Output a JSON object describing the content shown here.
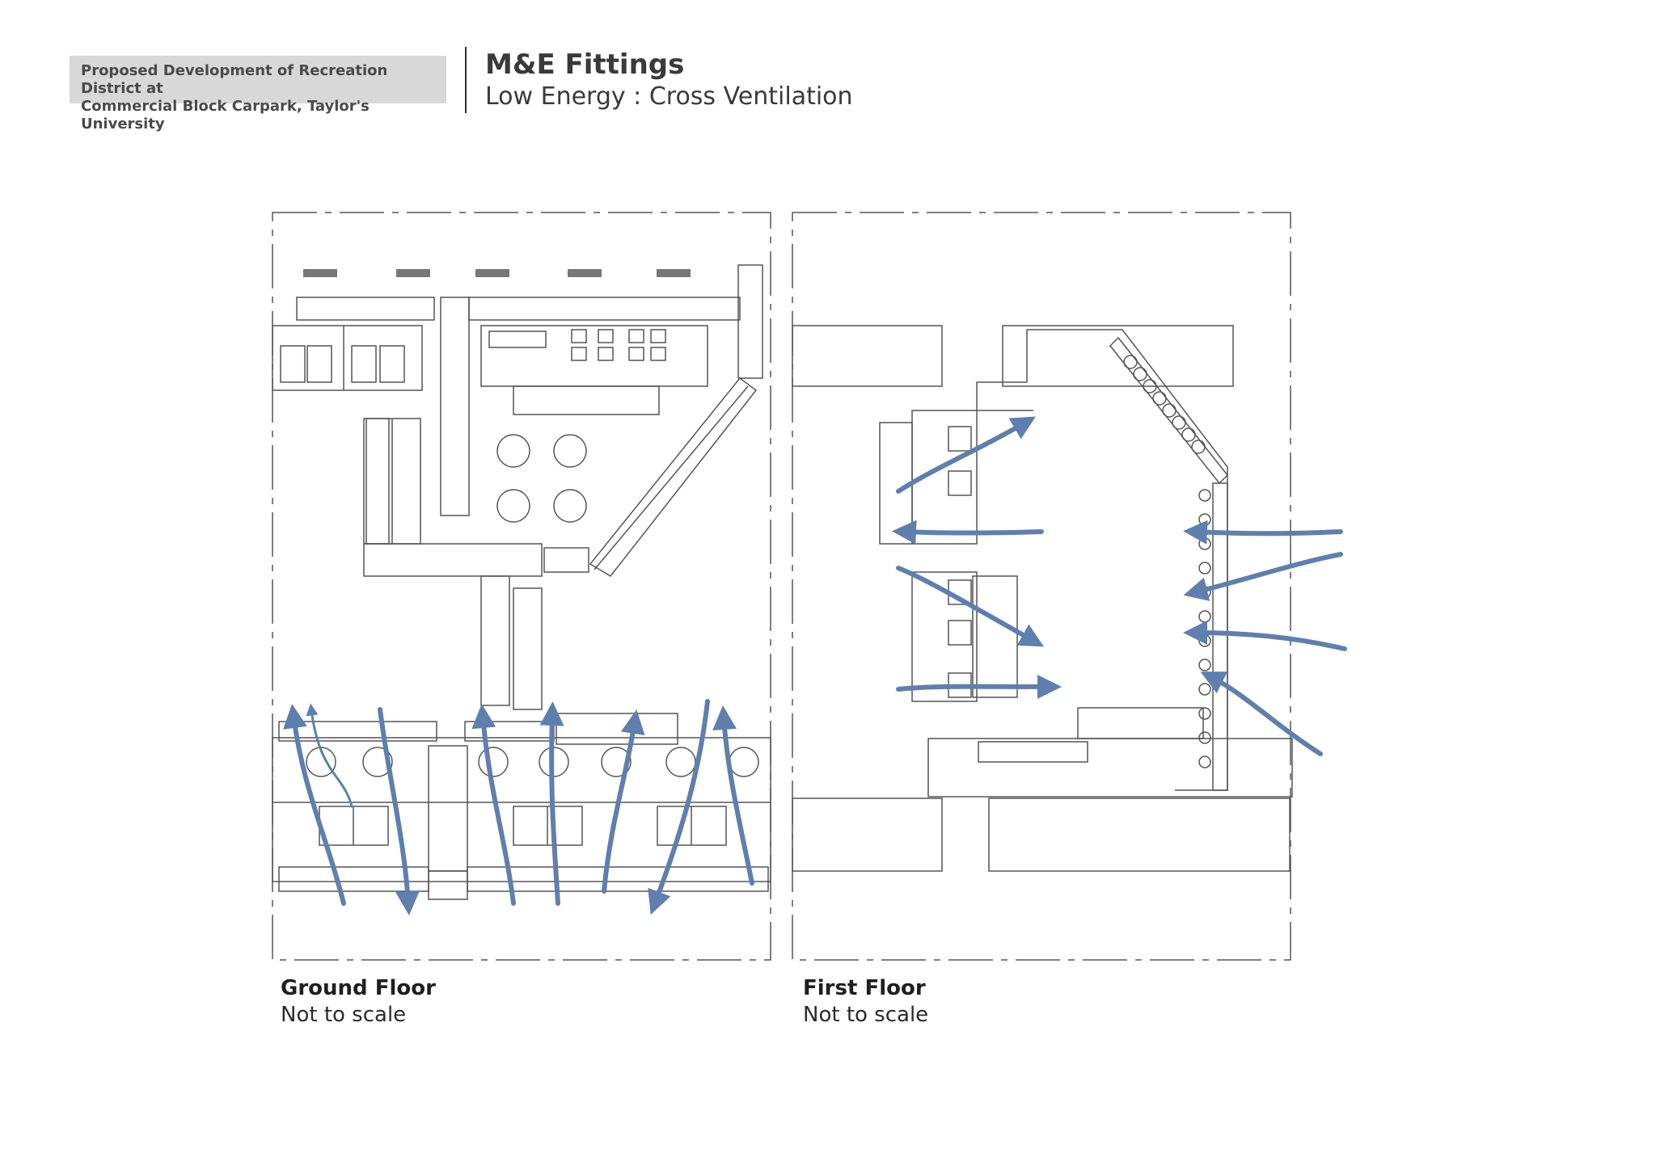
{
  "header": {
    "project_line1": "Proposed Development of Recreation District at",
    "project_line2": "Commercial Block Carpark, Taylor's University",
    "title": "M&E Fittings",
    "subtitle": "Low Energy : Cross Ventilation"
  },
  "plans": [
    {
      "name": "Ground Floor",
      "scale": "Not to scale"
    },
    {
      "name": "First Floor",
      "scale": "Not to scale"
    }
  ],
  "colors": {
    "airflow_arrow": "#5f7fae",
    "linework": "#555555",
    "sheet_background": "#ffffff"
  }
}
